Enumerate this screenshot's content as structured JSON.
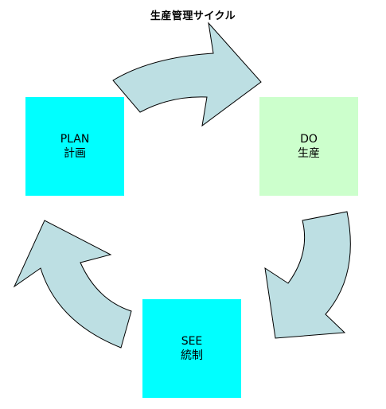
{
  "diagram": {
    "title": "生産管理サイクル",
    "boxes": {
      "plan": {
        "name": "PLAN",
        "label": "計画",
        "color": "#00ffff"
      },
      "do": {
        "name": "DO",
        "label": "生産",
        "color": "#ccffcc"
      },
      "see": {
        "name": "SEE",
        "label": "統制",
        "color": "#00ffff"
      }
    },
    "arrow_fill": "#bddfe3",
    "arrow_stroke": "#000000",
    "cycle_order": [
      "plan",
      "do",
      "see"
    ]
  }
}
